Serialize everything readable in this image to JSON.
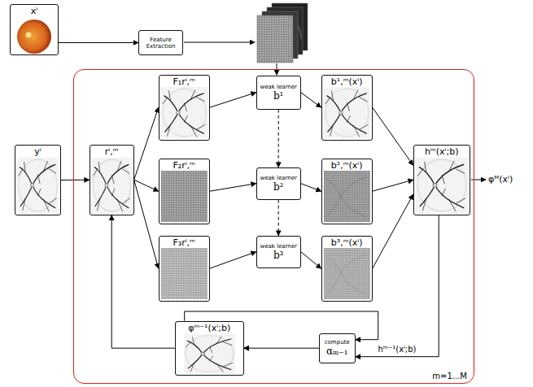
{
  "diagram": {
    "nodes": [
      {
        "text": [
          "xⁱ"
        ]
      },
      {
        "text": [
          "Feature Extraction"
        ]
      },
      {
        "text": [
          "yⁱ"
        ]
      },
      {
        "text": [
          "m=1...M"
        ]
      },
      {
        "text": [
          "rⁱ,ᵐ"
        ],
        "in": 3
      },
      {
        "text": [
          "F₁rⁱ,ᵐ"
        ],
        "in": 3
      },
      {
        "text": [
          "F₂rⁱ,ᵐ"
        ],
        "in": 3
      },
      {
        "text": [
          "F₃rⁱ,ᵐ"
        ],
        "in": 3
      },
      {
        "text": [
          "weak learner",
          "b¹"
        ],
        "in": 3
      },
      {
        "text": [
          "weak learner",
          "b²"
        ],
        "in": 3
      },
      {
        "text": [
          "weak learner",
          "b³"
        ],
        "in": 3
      },
      {
        "text": [
          "b¹,ᵐ(xⁱ)"
        ],
        "in": 3
      },
      {
        "text": [
          "b²,ᵐ(xⁱ)"
        ],
        "in": 3
      },
      {
        "text": [
          "b³,ᵐ(xⁱ)"
        ],
        "in": 3
      },
      {
        "text": [
          "hᵐ(xⁱ;b)"
        ],
        "in": 3
      },
      {
        "text": [
          "φᵐ⁻¹(xⁱ;b)"
        ],
        "in": 3
      },
      {
        "text": [
          "compute",
          "αₘ₋₁"
        ],
        "in": 3
      }
    ],
    "edges": [
      {
        "from": 0,
        "to": 1,
        "arrow": "to"
      },
      {
        "from": 2,
        "to": 4,
        "arrow": "to"
      },
      {
        "from": 4,
        "to": 5,
        "arrow": "to"
      },
      {
        "from": 4,
        "to": 6,
        "arrow": "to"
      },
      {
        "from": 4,
        "to": 7,
        "arrow": "to"
      },
      {
        "from": 5,
        "to": 8,
        "arrow": "to"
      },
      {
        "from": 6,
        "to": 9,
        "arrow": "to"
      },
      {
        "from": 7,
        "to": 10,
        "arrow": "to"
      },
      {
        "from": 8,
        "to": 9,
        "arrow": "to"
      },
      {
        "from": 9,
        "to": 10,
        "arrow": "to"
      },
      {
        "from": 8,
        "to": 11,
        "arrow": "to"
      },
      {
        "from": 9,
        "to": 12,
        "arrow": "to"
      },
      {
        "from": 10,
        "to": 13,
        "arrow": "to"
      },
      {
        "from": 11,
        "to": 14,
        "arrow": "to"
      },
      {
        "from": 12,
        "to": 14,
        "arrow": "to"
      },
      {
        "from": 13,
        "to": 14,
        "arrow": "to"
      },
      {
        "from": 14,
        "to": 16,
        "label": "hᵐ⁻¹(xⁱ;b)",
        "arrow": "to"
      },
      {
        "from": 15,
        "to": 16,
        "arrow": "to"
      },
      {
        "from": 16,
        "to": 15,
        "arrow": "to"
      },
      {
        "from": 15,
        "to": 4,
        "arrow": "to"
      }
    ],
    "labels": [
      "φᴹ(xⁱ)"
    ]
  }
}
